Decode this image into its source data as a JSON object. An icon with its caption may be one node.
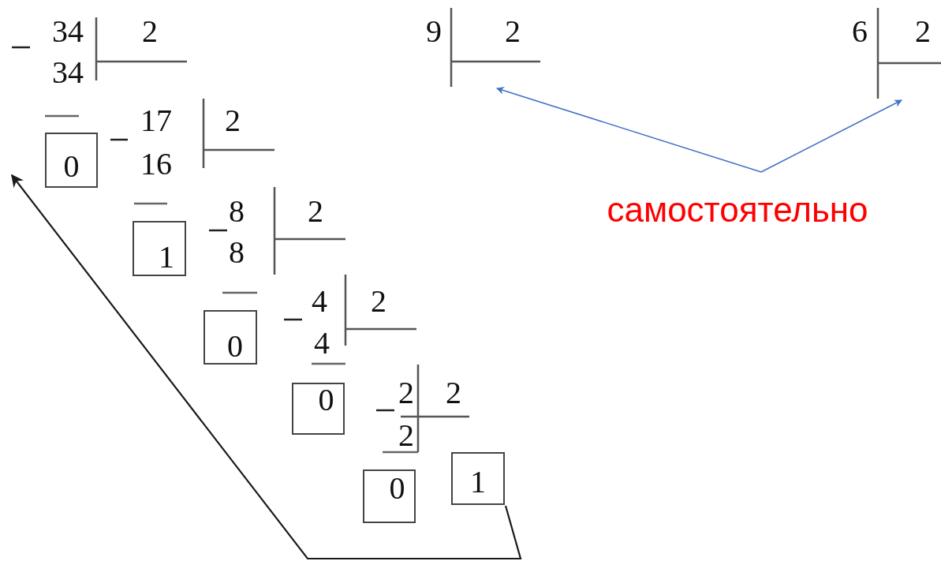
{
  "diagram": {
    "nodes": [
      {
        "text": [
          "0"
        ]
      },
      {
        "text": [
          "1"
        ]
      },
      {
        "text": [
          "0"
        ]
      },
      {
        "text": [
          "0"
        ]
      },
      {
        "text": [
          "0"
        ]
      },
      {
        "text": [
          "1"
        ]
      },
      {
        "text": [
          "самостоятельно"
        ]
      },
      {
        "text": [],
        "shape": "bar"
      },
      {
        "text": [],
        "shape": "bar"
      }
    ],
    "edges": [
      {
        "from": 6,
        "to": 7,
        "arrow": "to",
        "color": "#4472c4"
      },
      {
        "from": 6,
        "to": 8,
        "arrow": "to",
        "color": "#4472c4"
      },
      {
        "from": 5,
        "to": null,
        "arrow": "to",
        "color": "#1a1a1a"
      }
    ],
    "labels": [
      "34",
      "2",
      "9",
      "2",
      "6",
      "2",
      "34",
      "17",
      "2",
      "16",
      "8",
      "2",
      "8",
      "4",
      "2",
      "4",
      "2",
      "2",
      "2"
    ]
  }
}
